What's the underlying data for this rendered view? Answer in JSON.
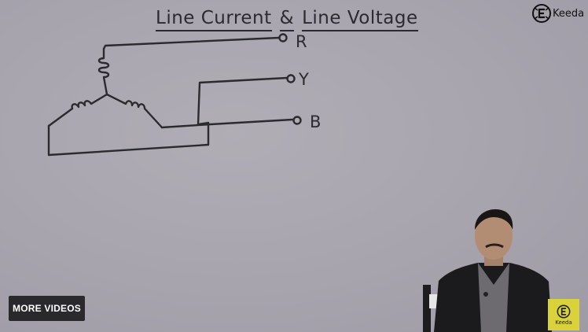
{
  "board": {
    "title_part1": "Line Current",
    "title_amp": "&",
    "title_part2": "Line Voltage",
    "terminals": {
      "r": "R",
      "y": "Y",
      "b": "B"
    }
  },
  "brand": {
    "name": "Keeda"
  },
  "controls": {
    "more_videos_label": "MORE VIDEOS"
  },
  "corner_badge": {
    "name": "Keeda"
  },
  "colors": {
    "board": "#a7a3ad",
    "chalk": "#2b2a2e",
    "badge": "#d9d23a"
  }
}
